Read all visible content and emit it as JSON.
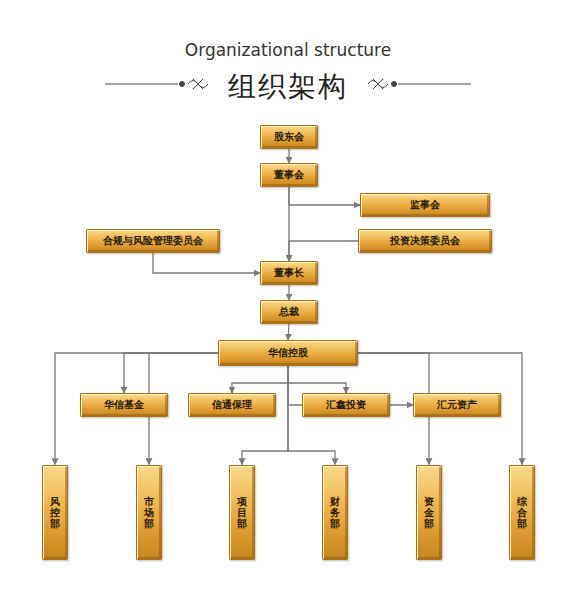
{
  "diagram": {
    "title": "组织架构",
    "nodes": [
      {
        "text": [
          "股东会"
        ]
      },
      {
        "text": [
          "董事会"
        ]
      },
      {
        "text": [
          "监事会"
        ]
      },
      {
        "text": [
          "合规与风险管理委员会"
        ]
      },
      {
        "text": [
          "投资决策委员会"
        ]
      },
      {
        "text": [
          "董事长"
        ]
      },
      {
        "text": [
          "总裁"
        ]
      },
      {
        "text": [
          "华信控股"
        ]
      },
      {
        "text": [
          "华信基金"
        ]
      },
      {
        "text": [
          "信通保理"
        ]
      },
      {
        "text": [
          "汇鑫投资"
        ]
      },
      {
        "text": [
          "汇元资产"
        ]
      },
      {
        "text": [
          "风控部"
        ]
      },
      {
        "text": [
          "市场部"
        ]
      },
      {
        "text": [
          "项目部"
        ]
      },
      {
        "text": [
          "财务部"
        ]
      },
      {
        "text": [
          "资金部"
        ]
      },
      {
        "text": [
          "综合部"
        ]
      }
    ],
    "edges": [
      {
        "from": 0,
        "to": 1,
        "arrow": "to"
      },
      {
        "from": 1,
        "to": 2,
        "arrow": "to"
      },
      {
        "from": 1,
        "to": 5,
        "arrow": "to"
      },
      {
        "from": 3,
        "to": 5,
        "arrow": "to"
      },
      {
        "from": 4,
        "to": 5,
        "arrow": "to"
      },
      {
        "from": 5,
        "to": 6,
        "arrow": "to"
      },
      {
        "from": 6,
        "to": 7,
        "arrow": "to"
      },
      {
        "from": 7,
        "to": 8,
        "arrow": "to"
      },
      {
        "from": 7,
        "to": 9,
        "arrow": "to"
      },
      {
        "from": 7,
        "to": 10,
        "arrow": "to"
      },
      {
        "from": 7,
        "to": 11,
        "arrow": "to"
      },
      {
        "from": 7,
        "to": 12,
        "arrow": "to"
      },
      {
        "from": 7,
        "to": 13,
        "arrow": "to"
      },
      {
        "from": 7,
        "to": 14,
        "arrow": "to"
      },
      {
        "from": 7,
        "to": 15,
        "arrow": "to"
      },
      {
        "from": 7,
        "to": 16,
        "arrow": "to"
      },
      {
        "from": 7,
        "to": 17,
        "arrow": "to"
      }
    ],
    "labels": [
      "Organizational structure"
    ]
  }
}
